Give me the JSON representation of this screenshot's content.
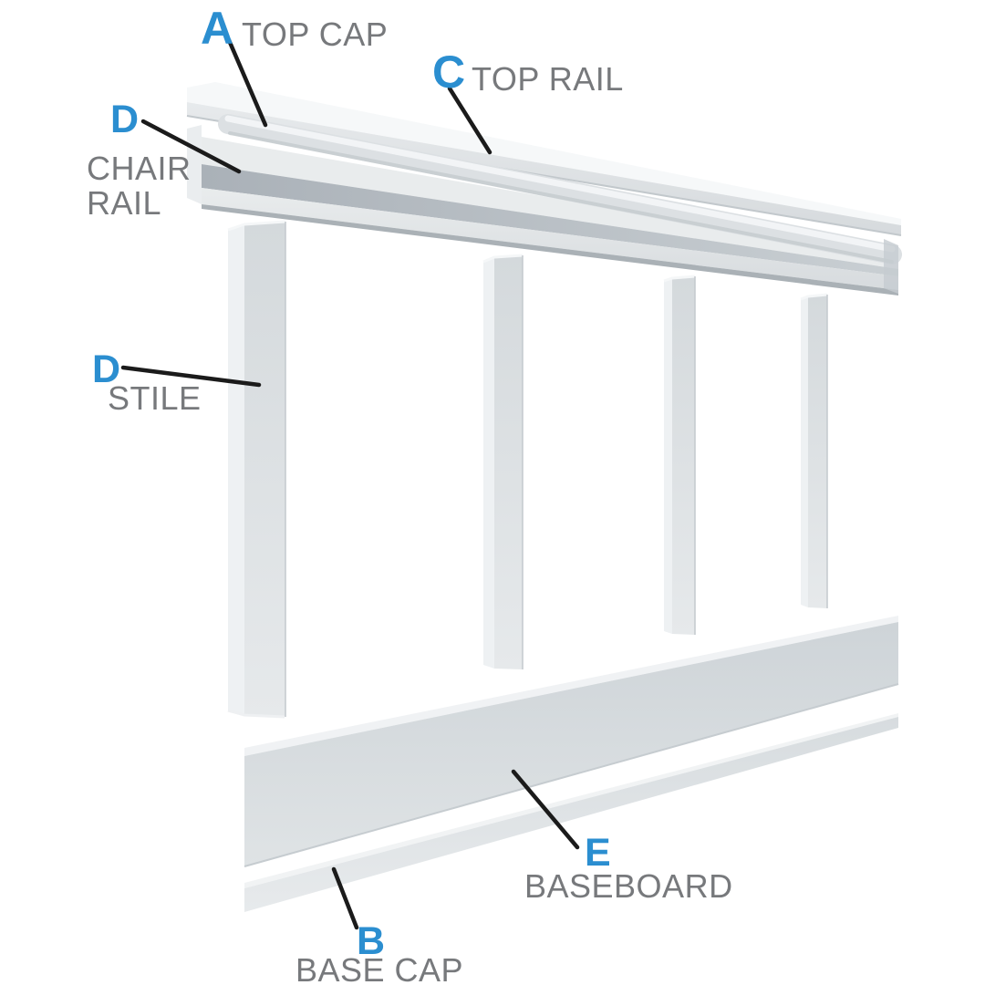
{
  "diagram": {
    "labels": {
      "top_cap": {
        "letter": "A",
        "text": "TOP CAP"
      },
      "top_rail": {
        "letter": "C",
        "text": "TOP RAIL"
      },
      "chair_rail": {
        "letter": "D",
        "text": "CHAIR RAIL"
      },
      "stile": {
        "letter": "D",
        "text": "STILE"
      },
      "baseboard": {
        "letter": "E",
        "text": "BASEBOARD"
      },
      "base_cap": {
        "letter": "B",
        "text": "BASE CAP"
      }
    },
    "colors": {
      "accent_letter": "#2b8ed0",
      "label_text": "#77797c",
      "leader_line": "#1b1b1b",
      "molding_light": "#eef1f3",
      "molding_mid": "#d9dde0",
      "molding_shadow": "#aab1b6",
      "background": "#ffffff"
    }
  }
}
